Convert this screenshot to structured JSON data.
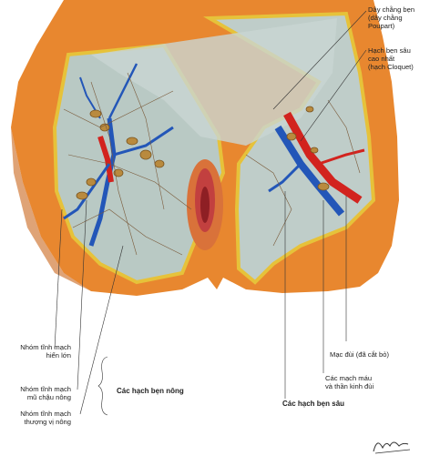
{
  "labels": {
    "inguinal_ligament": "Dây chằng bẹn\n(dây chằng\nPoupart)",
    "cloquet_node": "Hạch bẹn sâu\ncao nhất\n(hạch Cloquet)",
    "femoral_sheath": "Mạc đùi (đã cắt bỏ)",
    "femoral_vessels": "Các mạch máu\nvà thần kinh đùi",
    "deep_nodes": "Các hạch bẹn sâu",
    "saphenous_group": "Nhóm tĩnh mạch\nhiển lớn",
    "circumflex_group": "Nhóm tĩnh mạch\nmũ chậu nông",
    "epigastric_group": "Nhóm tĩnh mạch\nthượng vị nông",
    "superficial_nodes": "Các hạch bẹn nông"
  },
  "colors": {
    "skin": "#e8872f",
    "skin_dark": "#c9661a",
    "fascia": "#b9c9c4",
    "fat_border": "#e6c23a",
    "artery": "#d2231e",
    "vein": "#2356b8",
    "node": "#b98a3e"
  }
}
